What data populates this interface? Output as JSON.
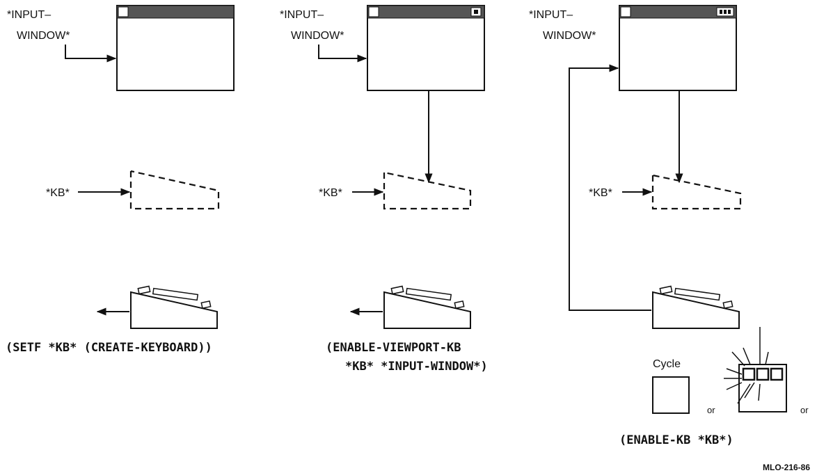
{
  "panels": [
    {
      "window_label_line1": "*INPUT–",
      "window_label_line2": "WINDOW*",
      "kb_label": "*KB*",
      "code_line1": "(SETF *KB* (CREATE-KEYBOARD))"
    },
    {
      "window_label_line1": "*INPUT–",
      "window_label_line2": "WINDOW*",
      "kb_label": "*KB*",
      "code_line1": "(ENABLE-VIEWPORT-KB",
      "code_line2": "*KB* *INPUT-WINDOW*)"
    },
    {
      "window_label_line1": "*INPUT–",
      "window_label_line2": "WINDOW*",
      "kb_label": "*KB*",
      "code_line1": "(ENABLE-KB *KB*)",
      "cycle_label": "Cycle",
      "or_1": "or",
      "or_2": "or"
    }
  ],
  "figure_id": "MLO-216-86"
}
